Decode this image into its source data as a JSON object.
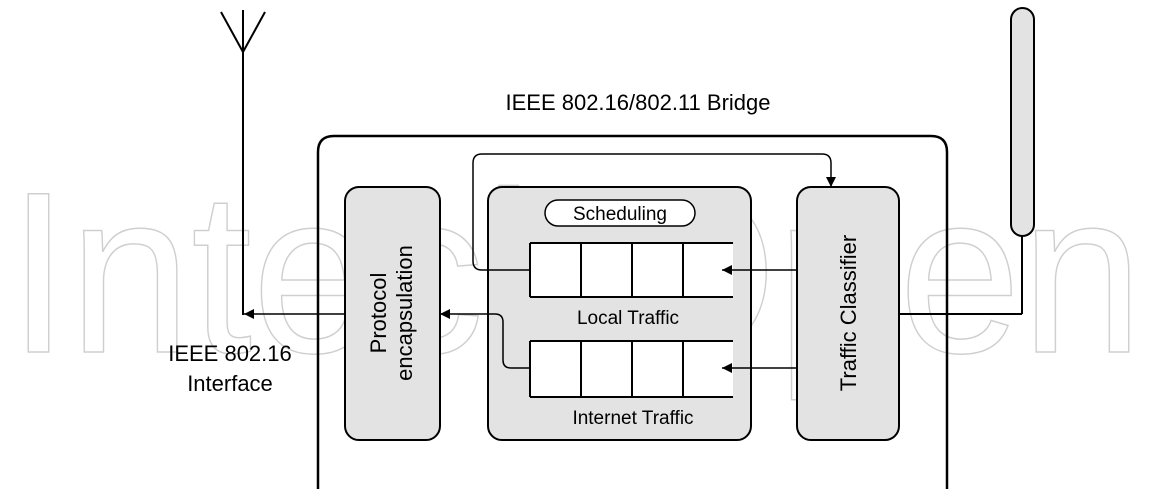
{
  "diagram": {
    "bridge_title": "IEEE 802.16/802.11 Bridge",
    "interface_label_line1": "IEEE 802.16",
    "interface_label_line2": "Interface",
    "protocol_line1": "Protocol",
    "protocol_line2": "encapsulation",
    "scheduling_label": "Scheduling",
    "local_queue_label": "Local Traffic",
    "internet_queue_label": "Internet Traffic",
    "classifier_label": "Traffic Classifier",
    "watermark": "IntechOpen",
    "colors": {
      "block_fill": "#e3e3e3",
      "stroke": "#000000",
      "watermark": "#c9c9c9"
    }
  }
}
